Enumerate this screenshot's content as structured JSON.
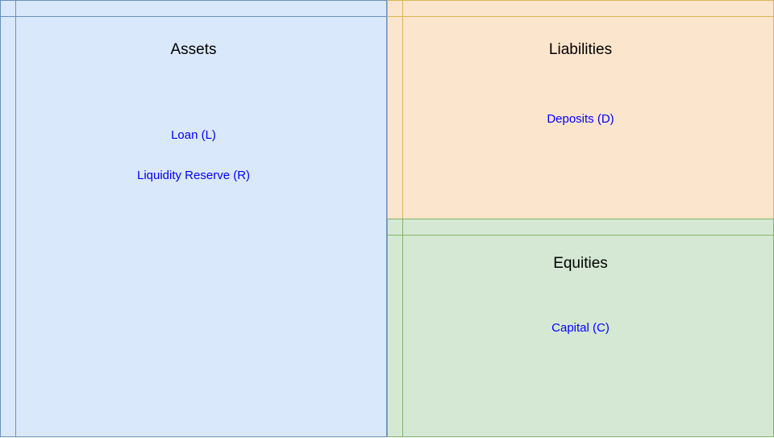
{
  "colors": {
    "assets_fill": "#dae8fc",
    "assets_stroke": "#6c8ebf",
    "liabilities_fill": "#fce5cd",
    "liabilities_stroke": "#d6b656",
    "equities_fill": "#d5e8d4",
    "equities_stroke": "#82b366",
    "item_text": "#0000ff"
  },
  "assets": {
    "title": "Assets",
    "items": [
      "Loan (L)",
      "Liquidity Reserve (R)"
    ]
  },
  "liabilities": {
    "title": "Liabilities",
    "items": [
      "Deposits (D)"
    ]
  },
  "equities": {
    "title": "Equities",
    "items": [
      "Capital (C)"
    ]
  }
}
